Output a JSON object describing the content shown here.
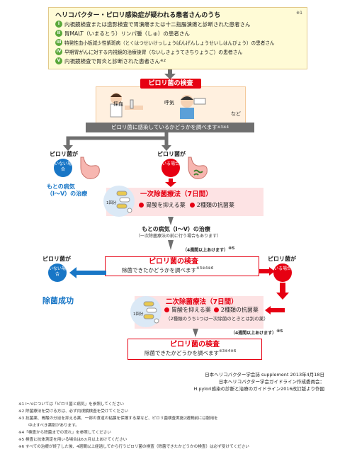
{
  "top": {
    "title": "ヘリコバクター・ピロリ感染症が疑われる患者さんのうち",
    "note": "※1",
    "items": [
      {
        "num": "I",
        "text": "内視鏡検査または造影検査で胃潰瘍または十二指腸潰瘍と診断された患者さん"
      },
      {
        "num": "II",
        "text": "胃MALT（いまるとう）リンパ腫（しゅ）の患者さん"
      },
      {
        "num": "III",
        "text": "特発性血小板減少性紫斑病（とくはつせいけっしょうばんげんしょうせいしはんびょう）の患者さん"
      },
      {
        "num": "IV",
        "text": "早期胃がんに対する内視鏡的治療後胃（ないしきょうてきちりょうご）の患者さん"
      },
      {
        "num": "V",
        "text": "内視鏡検査で胃炎と診断された患者さん",
        "note": "※2"
      }
    ]
  },
  "exam": {
    "title": "ピロリ菌の検査",
    "method1": "採血",
    "method2": "呼気",
    "method3": "など",
    "check_bar": "ピロリ菌に感染しているかどうかを調べます",
    "check_note": "※3※4"
  },
  "branch1": {
    "left_head": "ピロリ菌が",
    "left_badge": "いない場合",
    "right_head": "ピロリ菌が",
    "right_badge": "いる場合",
    "left_result1": "もとの病気",
    "left_result2": "（I〜V）の治療"
  },
  "first": {
    "title": "一次除菌療法（7日間）",
    "dose": "1回分",
    "drug1": "胃酸を抑える薬",
    "drug2": "2種類の抗菌薬",
    "disease1": "もとの病気（I〜V）の治療",
    "disease2": "（一次除菌療法の前に行う場合もあります）",
    "wait": "（4週間以上あけます）",
    "wait_note": "※5"
  },
  "exam2": {
    "title": "ピロリ菌の検査",
    "check": "除菌できたかどうかを調べます",
    "check_note": "※3※4※6",
    "left_head": "ピロリ菌が",
    "left_badge": "いない場合",
    "right_head": "ピロリ菌が",
    "right_badge": "いる場合",
    "success": "除菌成功"
  },
  "second": {
    "title": "二次除菌療法（7日間）",
    "dose": "1回分",
    "drug1": "胃酸を抑える薬",
    "drug2": "2種類の抗菌薬",
    "drug_note": "（2種類のうち1つは一次除菌のときとは別の薬）",
    "wait": "（4週間以上あけます）",
    "wait_note": "※5"
  },
  "exam3": {
    "title": "ピロリ菌の検査",
    "check": "除菌できたかどうかを調べます",
    "check_note": "※3※4※6"
  },
  "source": {
    "line1": "日本ヘリコバクター学会誌 supplement 2013年4月18日",
    "line2": "日本ヘリコバクター学会ガイドライン作成委員会：",
    "line3": "H.pylori感染の診断と治療のガイドライン2016改訂版より作図"
  },
  "notes": [
    "※1 I〜Vについては「ピロリ菌と病気」を参照してください",
    "※2 除菌療法を受ける方は、必ず内視鏡検査を受けてください",
    "※3 抗菌薬、胃酸の分泌を抑える薬、一部の食道の粘膜を保護する薬など、ピロリ菌検査実施2週間前には服用を",
    "中止すべき薬剤があります。",
    "※4「検査から除菌までの流れ」を参照してください",
    "※5 検査に抗体測定を用いる場合は6ヵ月以上あけてください",
    "※6 すべての治療が終了した後、4週間以上経過してから行うピロリ菌の検査（除菌できたかどうかの検査）は必ず受けてください"
  ],
  "colors": {
    "red": "#e60012",
    "blue": "#1876c6",
    "green": "#5aa83a",
    "gray": "#6f6f6f",
    "pink": "#fde3e4",
    "cream": "#fffbd6"
  }
}
